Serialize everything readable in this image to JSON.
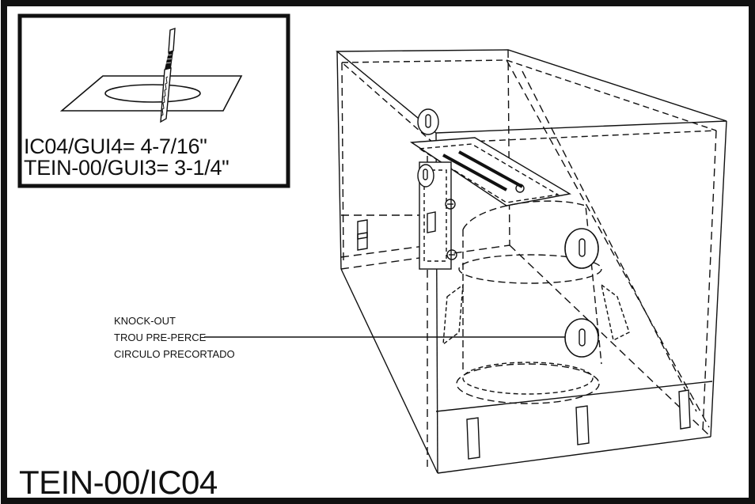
{
  "inset": {
    "line1": "IC04/GUI4= 4-7/16\"",
    "line2": "TEIN-00/GUI3= 3-1/4\""
  },
  "callout": {
    "line1": "KNOCK-OUT",
    "line2": "TROU PRE-PERCE",
    "line3": "CIRCULO PRECORTADO"
  },
  "model_label": "TEIN-00/IC04",
  "colors": {
    "ink": "#111111",
    "paper": "#ffffff"
  }
}
